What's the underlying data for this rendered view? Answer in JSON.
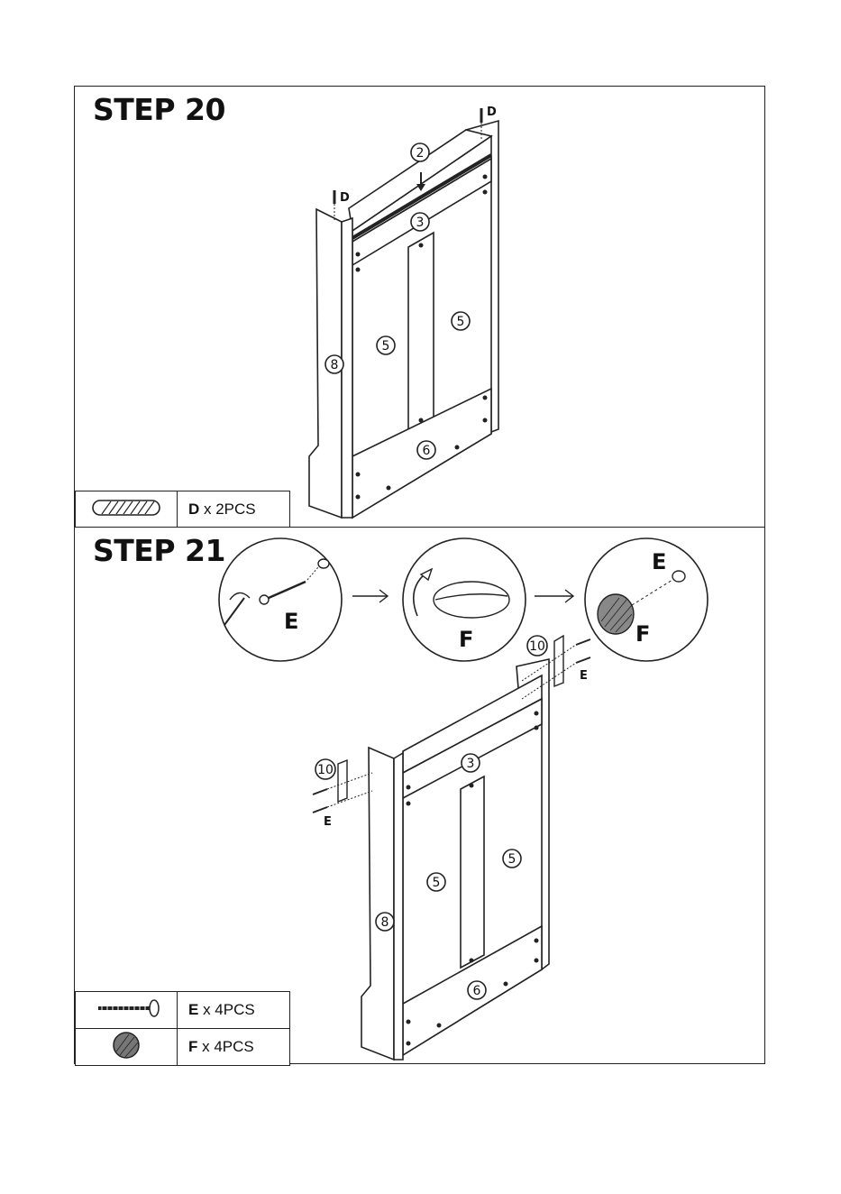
{
  "step20": {
    "title": "STEP 20",
    "hardware": [
      {
        "icon": "dowel-icon",
        "letter": "D",
        "qty": " x 2PCS"
      }
    ],
    "callouts": {
      "d_left": "D",
      "d_right": "D",
      "p2": "2",
      "p3": "3",
      "p5a": "5",
      "p5b": "5",
      "p8": "8",
      "p6": "6"
    }
  },
  "step21": {
    "title": "STEP 21",
    "hardware": [
      {
        "icon": "screw-icon",
        "letter": "E",
        "qty": " x 4PCS"
      },
      {
        "icon": "cap-icon",
        "letter": "F",
        "qty": " x 4PCS"
      }
    ],
    "detail": {
      "e1": "E",
      "f1": "F",
      "e2": "E",
      "f2": "F"
    },
    "callouts": {
      "p10a": "10",
      "p10b": "10",
      "e_a": "E",
      "e_b": "E",
      "p3": "3",
      "p5a": "5",
      "p5b": "5",
      "p8": "8",
      "p6": "6"
    }
  }
}
